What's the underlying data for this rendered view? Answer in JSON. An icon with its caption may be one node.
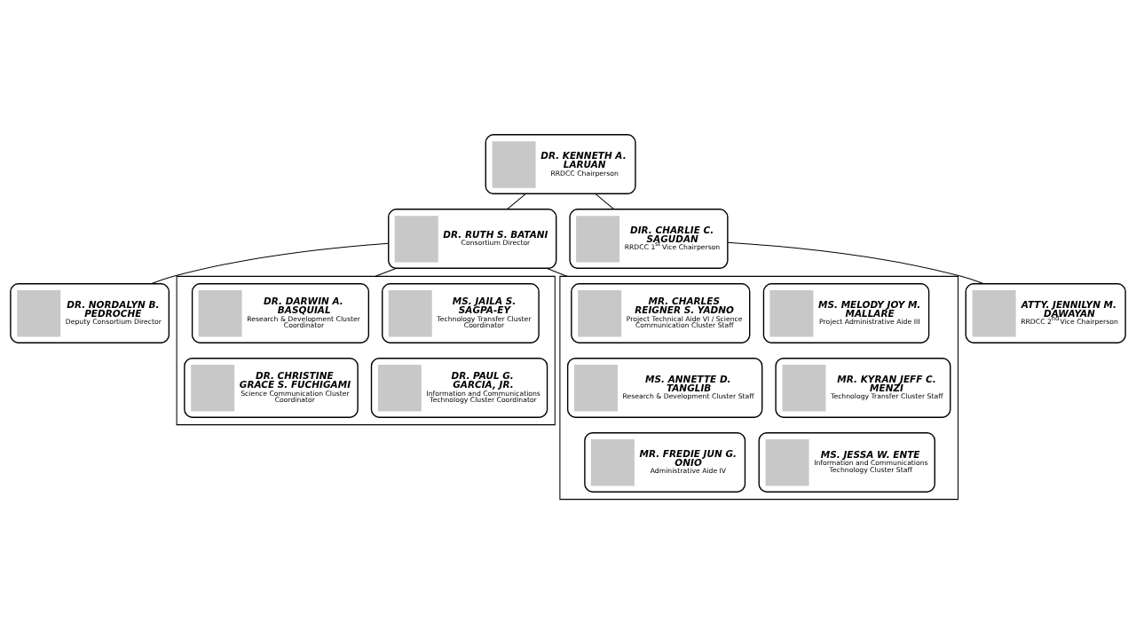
{
  "diagram": {
    "nodes": [
      {
        "text": [
          "DR. KENNETH A. LARUAN",
          "RRDCC Chairperson"
        ]
      },
      {
        "text": [
          "DIR. CHARLIE C. SAGUDAN",
          "RRDCC 1$^{st}$ Vice Chairperson"
        ]
      },
      {
        "text": [
          "DR. RUTH S. BATANI",
          "Consortium Director"
        ]
      },
      {
        "text": [
          "ATTY. JENNILYN M. DAWAYAN",
          "RRDCC 2$^{nd}$ Vice Chairperson"
        ]
      },
      {
        "text": [
          "DR. NORDALYN B. PEDROCHE",
          "Deputy Consortium Director"
        ]
      },
      {
        "text": [],
        "shape": "box"
      },
      {
        "text": [
          "DR. DARWIN A. BASQUIAL",
          "Research & Development Cluster Coordinator"
        ],
        "in": 5
      },
      {
        "text": [
          "MS. JAILA S. SAGPA-EY",
          "Technology Transfer Cluster Coordinator"
        ],
        "in": 5
      },
      {
        "text": [
          "DR. CHRISTINE GRACE S. FUCHIGAMI",
          "Science Communication Cluster Coordinator"
        ],
        "in": 5
      },
      {
        "text": [
          "DR. PAUL G. GARCIA, JR.",
          "Information and Communications Technology Cluster Coordinator"
        ],
        "in": 5
      },
      {
        "text": [],
        "shape": "box"
      },
      {
        "text": [
          "MR. CHARLES REIGNER S. YADNO",
          "Project Technical Aide VI / Science Communication Cluster Staff"
        ],
        "in": 10
      },
      {
        "text": [
          "MS. MELODY JOY M. MALLARE",
          "Project Administrative Aide III"
        ],
        "in": 10
      },
      {
        "text": [
          "MS. ANNETTE D. TANGLIB",
          "Research & Development Cluster Staff"
        ],
        "in": 10
      },
      {
        "text": [
          "MR. KYRAN JEFF C. MENZI",
          "Technology Transfer Cluster Staff"
        ],
        "in": 10
      },
      {
        "text": [
          "MR. FREDIE JUN G. ONIO",
          "Administrative Aide IV"
        ],
        "in": 10
      },
      {
        "text": [
          "MS. JESSA W. ENTE",
          "Information and Communications Technology Cluster Staff"
        ],
        "in": 10
      }
    ],
    "edges": [
      {
        "from": 0,
        "to": 2,
        "arrow": "none"
      },
      {
        "from": 0,
        "to": 1,
        "arrow": "none"
      },
      {
        "from": 1,
        "to": 3,
        "arrow": "none"
      },
      {
        "from": 2,
        "to": 4,
        "arrow": "none"
      },
      {
        "from": 2,
        "to": 5,
        "arrow": "none"
      },
      {
        "from": 2,
        "to": 10,
        "arrow": "none"
      }
    ]
  }
}
